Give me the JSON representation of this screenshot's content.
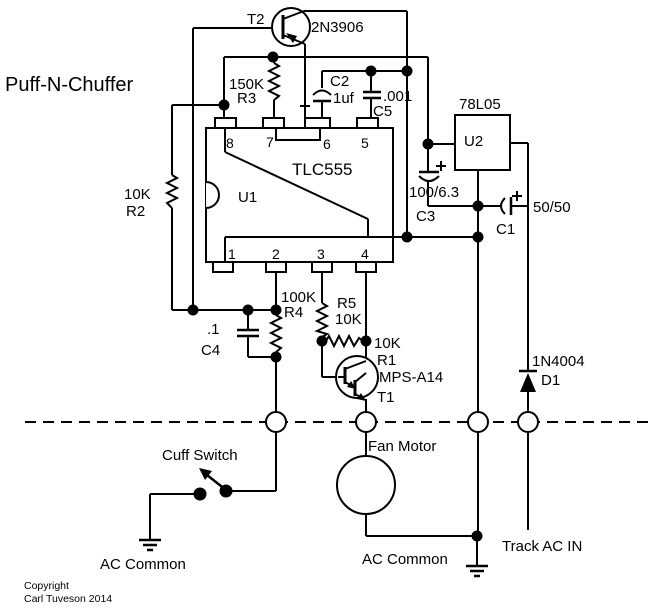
{
  "title": "Puff-N-Chuffer",
  "ic": {
    "part": "TLC555",
    "ref": "U1",
    "pins_top": [
      "8",
      "7",
      "6",
      "5"
    ],
    "pins_bottom": [
      "1",
      "2",
      "3",
      "4"
    ]
  },
  "regulator": {
    "part": "78L05",
    "ref": "U2"
  },
  "transistors": {
    "t2": {
      "ref": "T2",
      "part": "2N3906"
    },
    "t1": {
      "ref": "T1",
      "part": "MPS-A14"
    }
  },
  "resistors": {
    "r2": {
      "value": "10K",
      "ref": "R2"
    },
    "r3": {
      "value": "150K",
      "ref": "R3"
    },
    "r4": {
      "value": "100K",
      "ref": "R4"
    },
    "r5": {
      "ref": "R5",
      "value": "10K"
    },
    "r1": {
      "value": "10K",
      "ref": "R1"
    }
  },
  "capacitors": {
    "c2": {
      "ref": "C2",
      "value": "1uf"
    },
    "c5": {
      "value": ".001",
      "ref": "C5"
    },
    "c4": {
      "value": ".1",
      "ref": "C4"
    },
    "c3": {
      "value": "100/6.3",
      "ref": "C3"
    },
    "c1": {
      "value": "50/50",
      "ref": "C1"
    }
  },
  "diode": {
    "part": "1N4004",
    "ref": "D1"
  },
  "labels": {
    "cuff_switch": "Cuff Switch",
    "ac_common_left": "AC Common",
    "fan_motor": "Fan Motor",
    "ac_common_right": "AC Common",
    "track_ac_in": "Track AC IN"
  },
  "copyright": {
    "line1": "Copyright",
    "line2": "Carl Tuveson 2014"
  },
  "colors": {
    "ink": "#000000",
    "paper": "#ffffff"
  }
}
